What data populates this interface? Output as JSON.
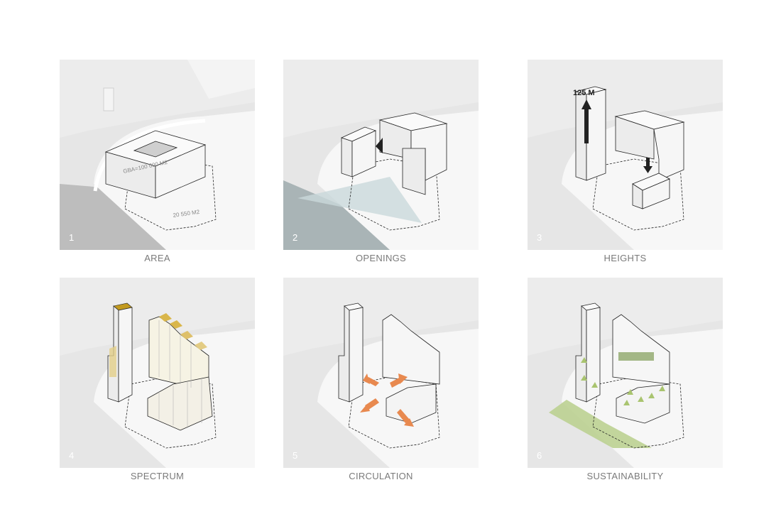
{
  "panels": [
    {
      "number": "1",
      "label": "AREA",
      "annotations": [
        "GBA=100 000 M2",
        "20 550 M2"
      ]
    },
    {
      "number": "2",
      "label": "OPENINGS"
    },
    {
      "number": "3",
      "label": "HEIGHTS",
      "annotations": [
        "125 M"
      ]
    },
    {
      "number": "4",
      "label": "SPECTRUM"
    },
    {
      "number": "5",
      "label": "CIRCULATION"
    },
    {
      "number": "6",
      "label": "SUSTAINABILITY"
    }
  ],
  "colors": {
    "panel_bg": "#e6e6e6",
    "site": "#f7f7f7",
    "context": "#ececec",
    "road": "#bdbdbd",
    "water": "#a9b4b6",
    "spectrum_yellow": "#d9b64a",
    "circulation_orange": "#e8894f",
    "green": "#b9cf8c"
  }
}
